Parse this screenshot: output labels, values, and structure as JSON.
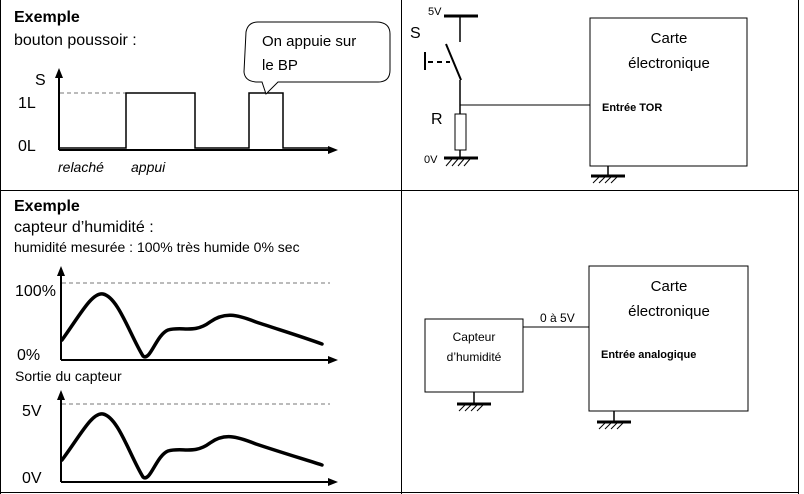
{
  "top_left": {
    "heading": "Exemple",
    "subheading": "bouton poussoir :",
    "axis_s": "S",
    "level_1l": "1L",
    "level_0l": "0L",
    "label_relache": "relaché",
    "label_appui": "appui",
    "callout": [
      "On appuie sur",
      "le BP"
    ]
  },
  "top_right": {
    "v5": "5V",
    "switch_s": "S",
    "resistor_r": "R",
    "v0": "0V",
    "card_title": [
      "Carte",
      "électronique"
    ],
    "card_input": "Entrée TOR"
  },
  "bottom_left": {
    "heading": "Exemple",
    "subheading": "capteur d’humidité :",
    "note": "humidité mesurée : 100% très humide 0% sec",
    "graph1_top": "100%",
    "graph1_bottom": "0%",
    "graph2_caption": "Sortie du capteur",
    "graph2_top": "5V",
    "graph2_bottom": "0V"
  },
  "bottom_right": {
    "sensor_label": [
      "Capteur",
      "d’humidité"
    ],
    "wire_label": "0 à 5V",
    "card_title": [
      "Carte",
      "électronique"
    ],
    "card_input": "Entrée analogique"
  }
}
